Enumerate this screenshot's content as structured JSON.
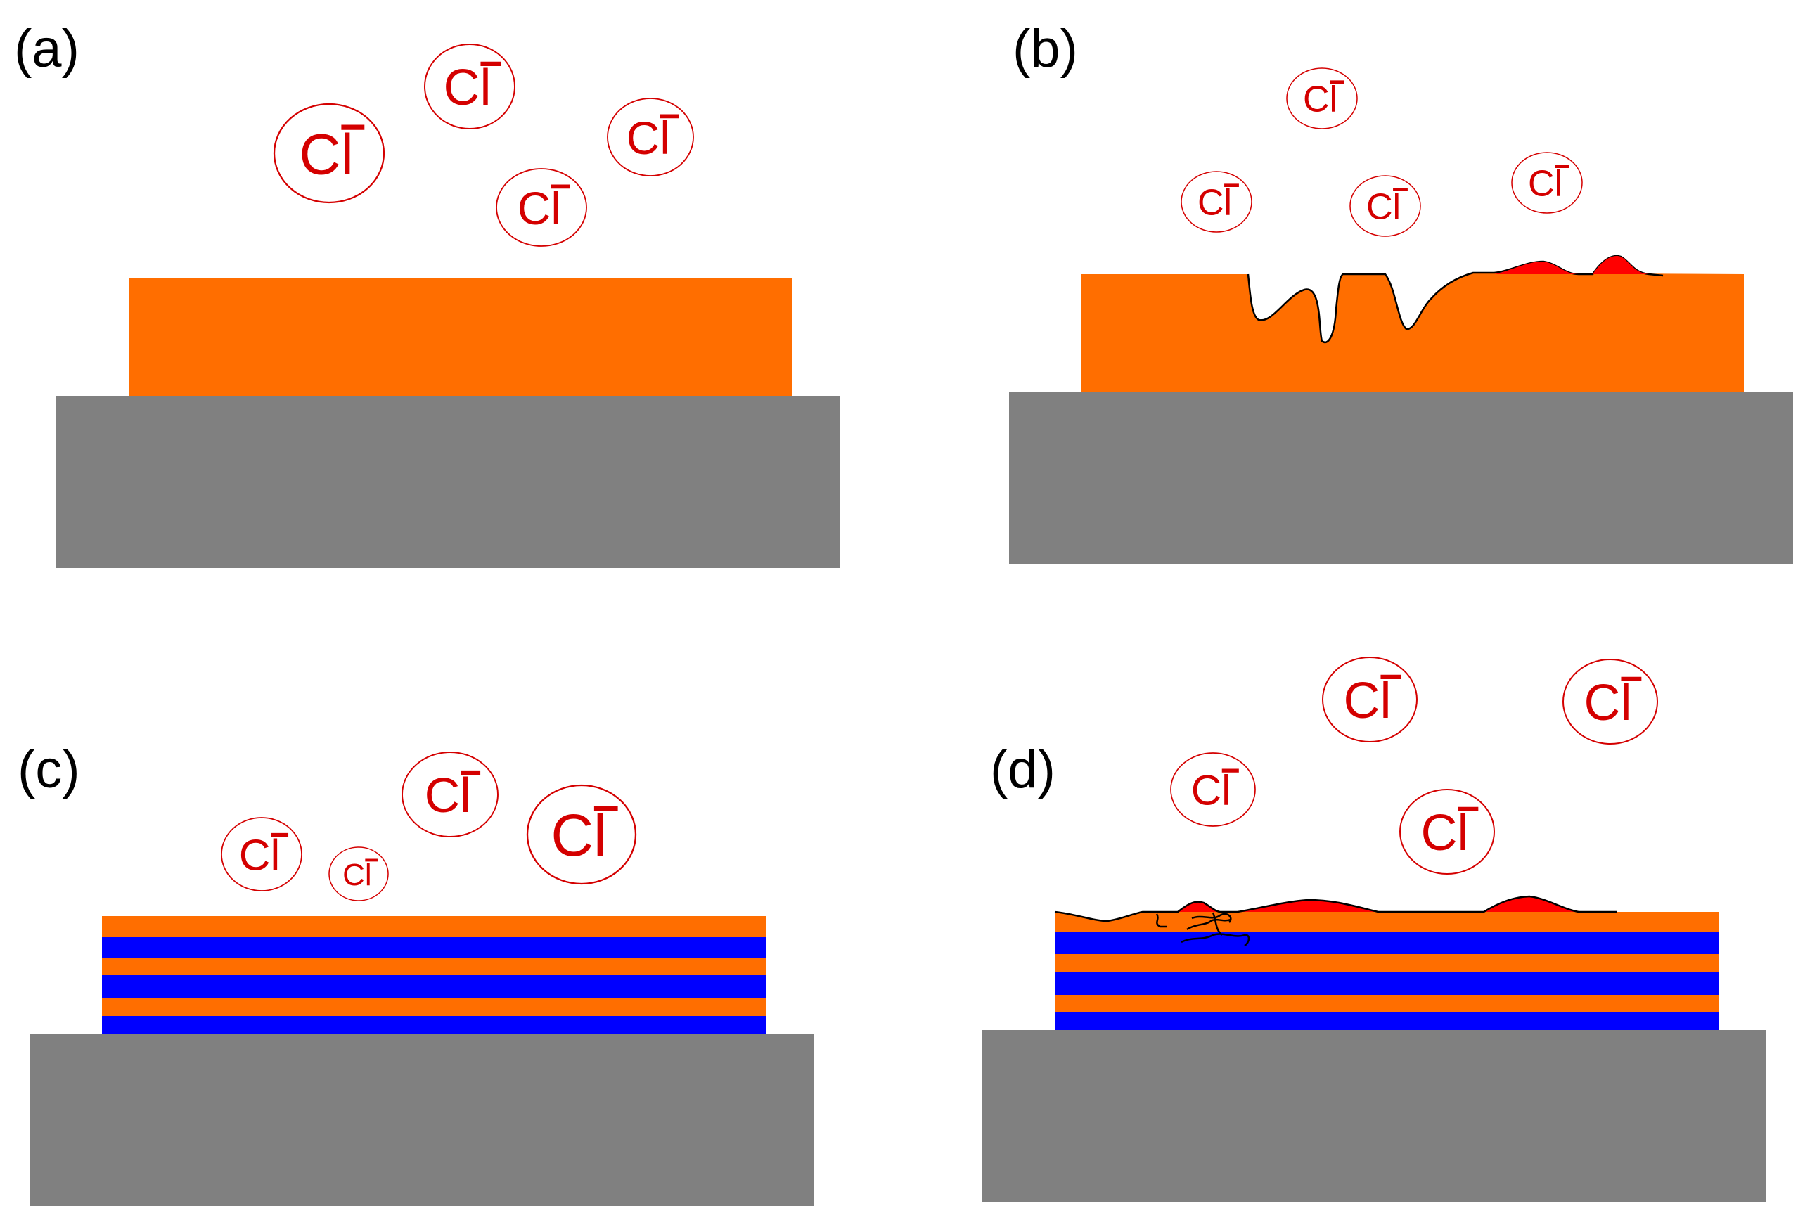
{
  "colors": {
    "substrate": "#808080",
    "coating": "#ff6e00",
    "interlayer": "#0000ff",
    "corrosion_product": "#ff0000",
    "ion": "#d40000",
    "outline": "#000000"
  },
  "panels": [
    {
      "label": "(a)",
      "ion": {
        "symbol": "Cl",
        "charge": "−"
      }
    },
    {
      "label": "(b)",
      "ion": {
        "symbol": "Cl",
        "charge": "−"
      }
    },
    {
      "label": "(c)",
      "ion": {
        "symbol": "Cl",
        "charge": "−"
      }
    },
    {
      "label": "(d)",
      "ion": {
        "symbol": "Cl",
        "charge": "−"
      }
    }
  ]
}
